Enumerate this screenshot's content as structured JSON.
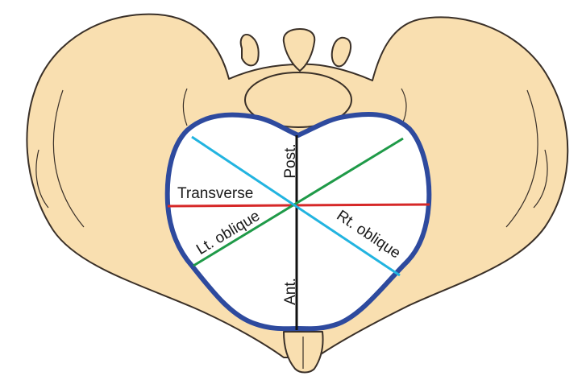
{
  "labels": {
    "posterior": "Post.",
    "anterior": "Ant.",
    "transverse": "Transverse",
    "left_oblique": "Lt. oblique",
    "right_oblique": "Rt. oblique"
  },
  "colors": {
    "bone_fill": "#f9dfb0",
    "bone_outline": "#3a3028",
    "inlet_rim": "#2e4a9e",
    "inlet_fill": "#ffffff",
    "anteroposterior_line": "#111111",
    "transverse_line": "#d62828",
    "left_oblique_line": "#1f9a48",
    "right_oblique_line": "#22b4e0"
  }
}
